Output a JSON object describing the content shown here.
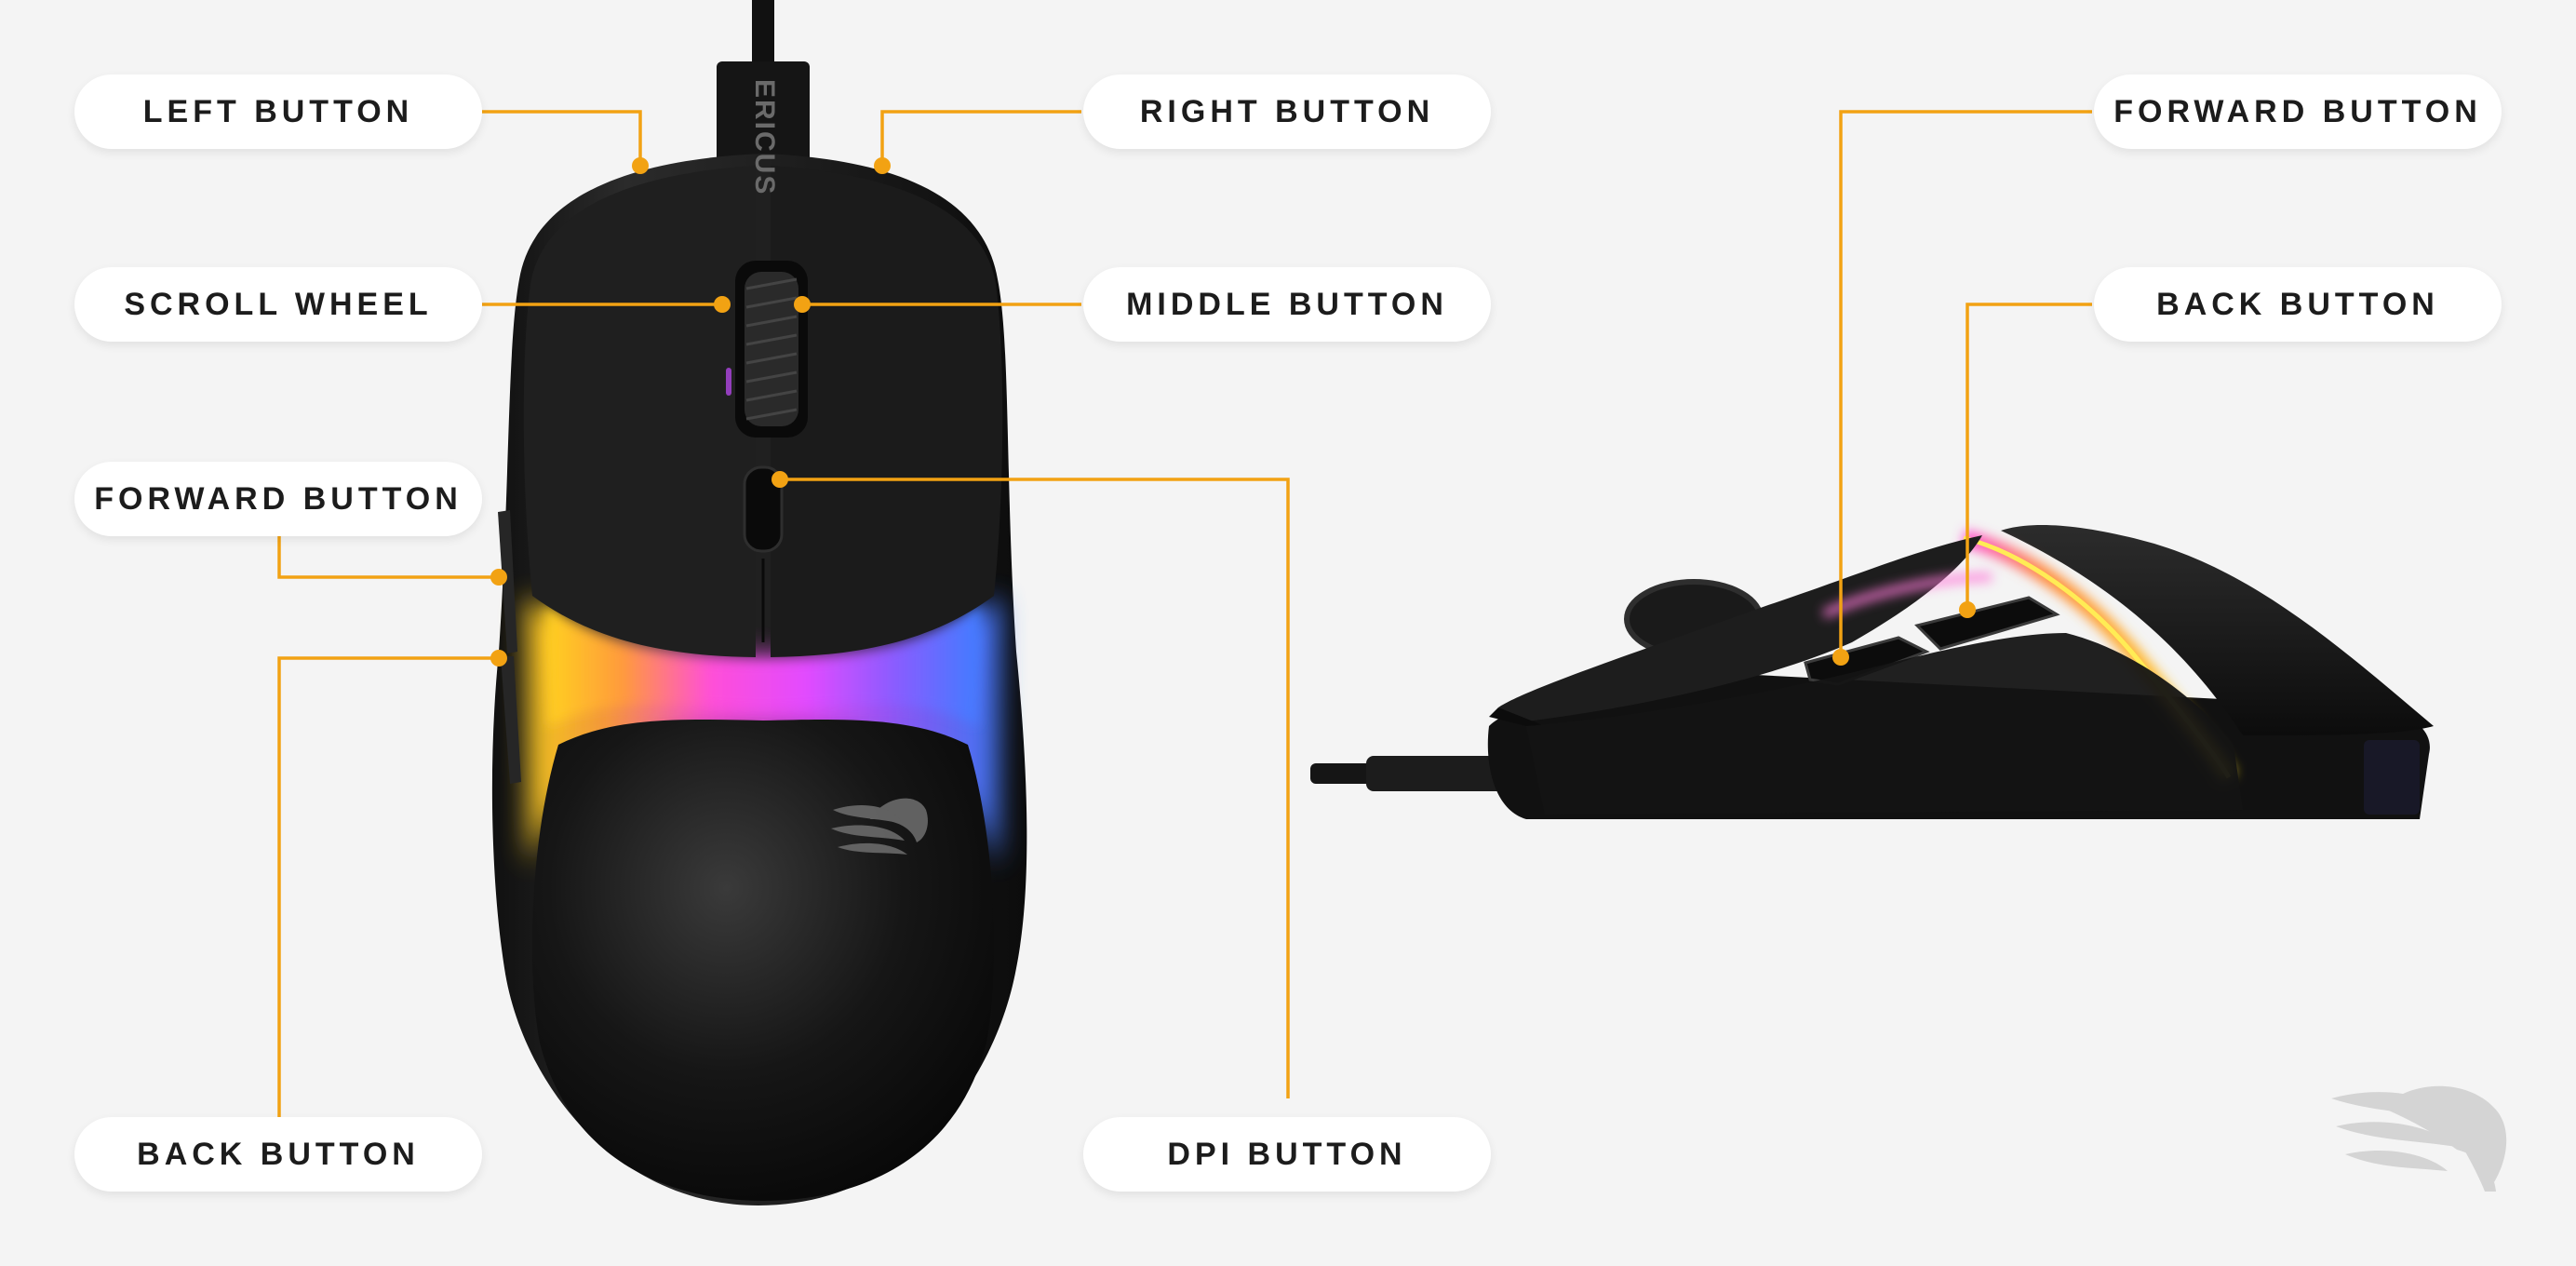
{
  "cable_label": "ERICUS",
  "accent_color": "#f2a213",
  "top_view_labels": {
    "left_button": "LEFT BUTTON",
    "right_button": "RIGHT BUTTON",
    "scroll_wheel": "SCROLL WHEEL",
    "middle_button": "MIDDLE BUTTON",
    "forward_button": "FORWARD BUTTON",
    "back_button": "BACK BUTTON",
    "dpi_button": "DPI BUTTON"
  },
  "side_view_labels": {
    "forward_button": "FORWARD BUTTON",
    "back_button": "BACK BUTTON"
  }
}
